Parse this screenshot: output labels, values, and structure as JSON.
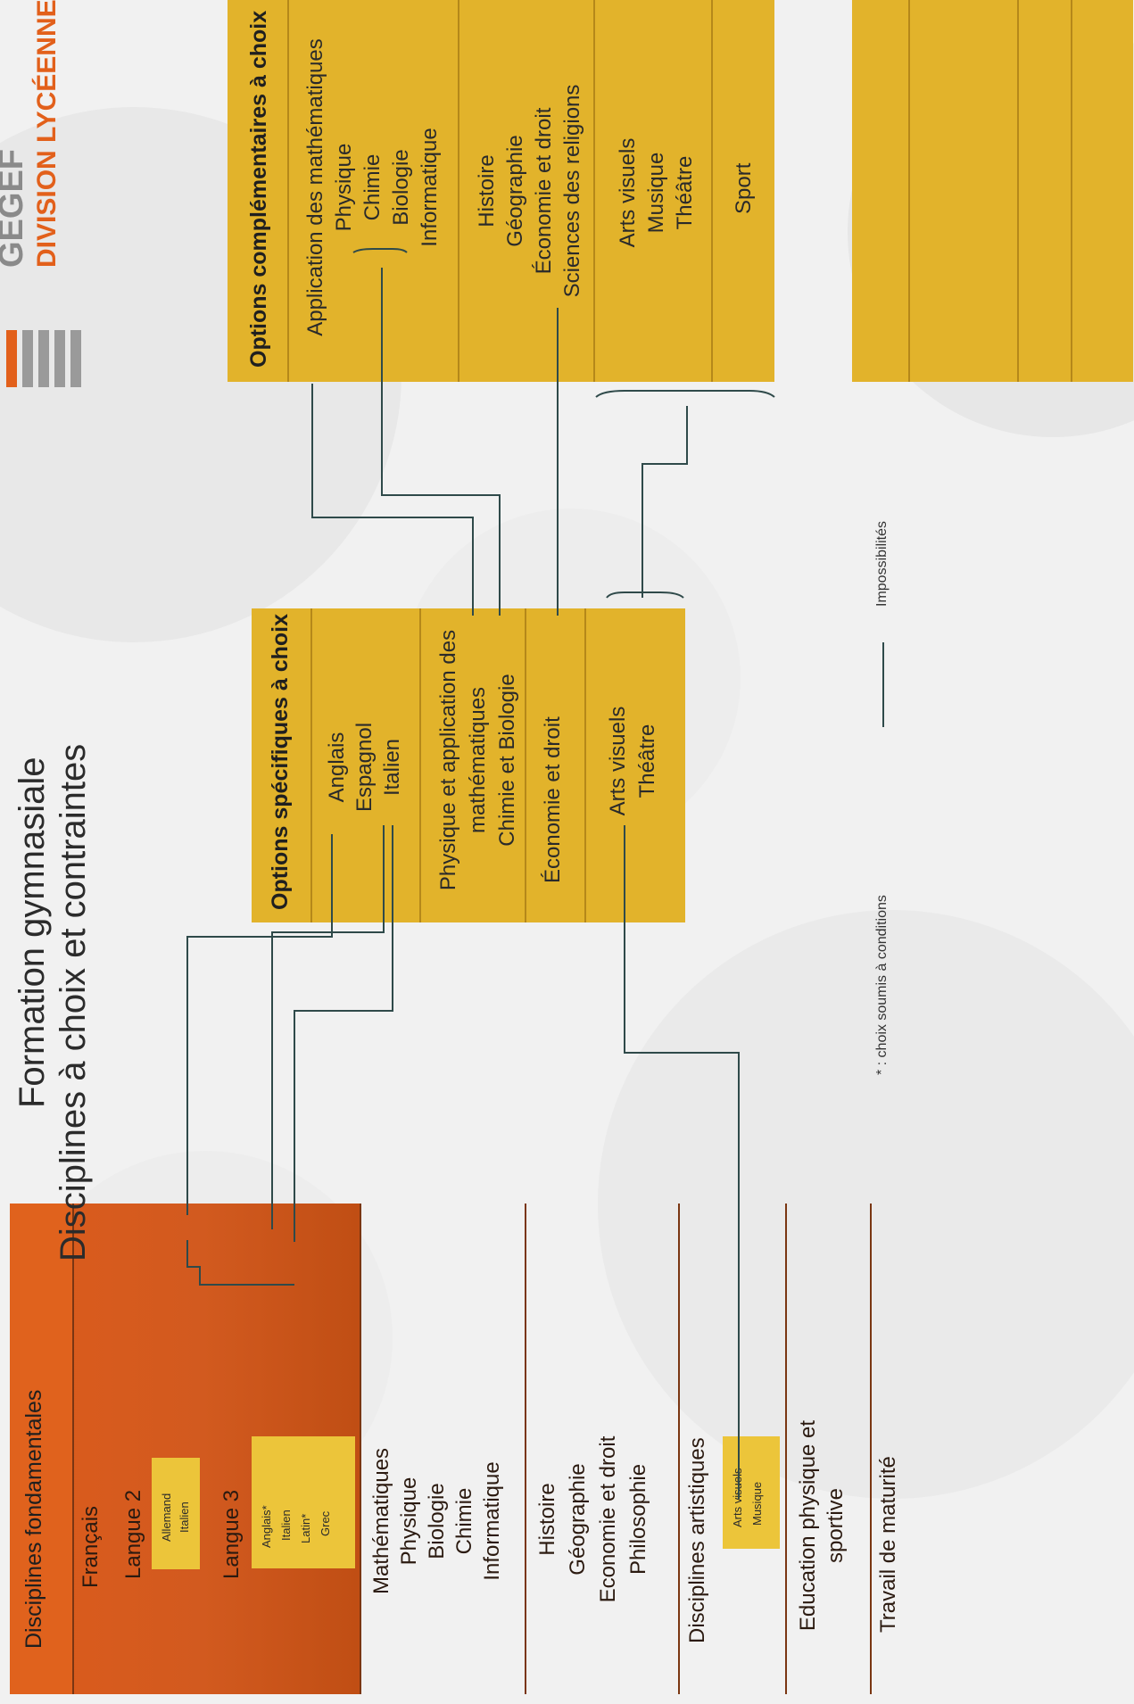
{
  "title": {
    "line1": "Formation gymnasiale",
    "line2": "Disciplines à choix et contraintes"
  },
  "logo": {
    "name": "GEGEF",
    "division": "DIVISION LYCÉENNE",
    "brand_color": "#e2601b"
  },
  "fondamentales": {
    "header": "Disciplines fondamentales",
    "francais": "Français",
    "langue2": "Langue 2",
    "langue2_options": [
      "Allemand",
      "Italien"
    ],
    "langue3": "Langue 3",
    "langue3_options": [
      "Anglais*",
      "Italien",
      "Latin*",
      "Grec"
    ],
    "sciences": [
      "Mathématiques",
      "Physique",
      "Biologie",
      "Chimie",
      "Informatique"
    ],
    "humaines": [
      "Histoire",
      "Géographie",
      "Economie et droit",
      "Philosophie"
    ],
    "artistiques": "Disciplines artistiques",
    "artistiques_options": [
      "Arts visuels",
      "Musique"
    ],
    "education": [
      "Education physique et",
      "sportive"
    ],
    "travail": "Travail de maturité",
    "color": "#e2601b"
  },
  "specifiques": {
    "header": "Options spécifiques à choix",
    "langues": [
      "Anglais",
      "Espagnol",
      "Italien"
    ],
    "sciences": [
      "Physique et application des",
      "mathématiques",
      "Chimie et Biologie"
    ],
    "economie": "Économie et droit",
    "arts": [
      "Arts visuels",
      "Théâtre"
    ],
    "color": "#e2b32b"
  },
  "complementaires": {
    "header": "Options complémentaires à choix",
    "sciences": [
      "Application des mathématiques",
      "Physique",
      "Chimie",
      "Biologie",
      "Informatique"
    ],
    "humaines": [
      "Histoire",
      "Géographie",
      "Économie et droit",
      "Sciences des religions"
    ],
    "arts": [
      "Arts visuels",
      "Musique",
      "Théâtre"
    ],
    "sport": "Sport",
    "color": "#e2b32b"
  },
  "legend": {
    "note": "* : choix soumis à conditions",
    "line_label": "Impossibilités"
  }
}
